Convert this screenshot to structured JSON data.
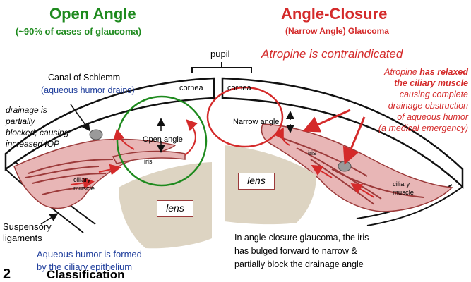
{
  "left": {
    "title": "Open Angle",
    "subtitle": "(~90% of cases of glaucoma)",
    "canal_label": "Canal of Schlemm",
    "canal_sub": "(aqueous humor drains)",
    "drainage_note": [
      "drainage is",
      "partially",
      "blocked, causing",
      "increased IOP"
    ],
    "cornea_label": "cornea",
    "open_angle_label": "Open angle",
    "iris_label": "iris",
    "ciliary_label": [
      "ciliary",
      "muscle"
    ],
    "lens_label": "lens",
    "suspensory_label": [
      "Suspensory",
      "ligaments"
    ],
    "aqueous_note": [
      "Aqueous humor is formed",
      "by the ciliary epithelium"
    ]
  },
  "right": {
    "title": "Angle-Closure",
    "subtitle": "(Narrow Angle) Glaucoma",
    "atropine_heading": "Atropine is contraindicated",
    "atropine_note_pre": "Atropine ",
    "atropine_note_bold": [
      "has relaxed",
      "the ciliary muscle"
    ],
    "atropine_note_rest": [
      "causing complete",
      "drainage obstruction",
      "of aqueous humor",
      "(a medical emergency)"
    ],
    "cornea_label": "cornea",
    "narrow_angle_label": "Narrow angle",
    "iris_label": "iris",
    "ciliary_label": [
      "ciliary",
      "muscle"
    ],
    "lens_label": "lens",
    "bottom_note": [
      "In angle-closure glaucoma, the iris",
      "has bulged forward to narrow &",
      "partially block the drainage angle"
    ]
  },
  "pupil_label": "pupil",
  "footer_number": "2",
  "footer_heading": "Classification",
  "colors": {
    "green": "#1e8a1e",
    "red": "#d42a2a",
    "blue": "#1f3e9c",
    "lens_fill": "#ddd4c2",
    "muscle_fill": "#e8b6b6"
  }
}
